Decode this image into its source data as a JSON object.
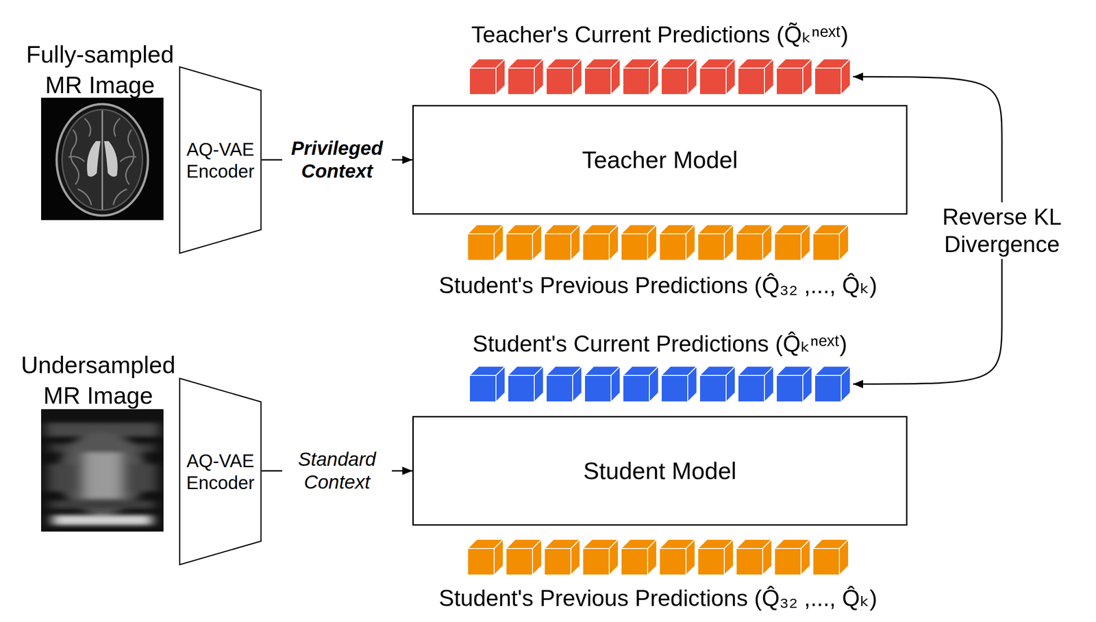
{
  "diagram": {
    "nodes": [
      {
        "text": [
          "AQ-VAE Encoder"
        ]
      },
      {
        "text": [
          "Teacher's Current Predictions (Q̃ₖⁿᵉˣᵗ)"
        ]
      },
      {
        "text": [
          "Teacher Model"
        ]
      },
      {
        "text": [
          "Student's Previous Predictions (Q̂₃₂ ,..., Q̂ₖ)"
        ]
      },
      {
        "text": [
          "Student's Current Predictions (Q̂ₖⁿᵉˣᵗ)"
        ]
      },
      {
        "text": [
          "AQ-VAE Encoder"
        ]
      },
      {
        "text": [
          "Student Model"
        ]
      },
      {
        "text": [
          "Student's Previous Predictions (Q̂₃₂ ,..., Q̂ₖ)"
        ]
      }
    ],
    "edges": [
      {
        "from": 0,
        "to": 2,
        "label": "Privileged Context",
        "arrow": "to"
      },
      {
        "from": 1,
        "to": 4,
        "label": "Reverse KL Divergence",
        "arrow": "both"
      },
      {
        "from": 5,
        "to": 6,
        "label": "Standard Context",
        "arrow": "to"
      }
    ],
    "labels": [
      "Fully-sampled MR Image",
      "Undersampled MR Image"
    ]
  }
}
